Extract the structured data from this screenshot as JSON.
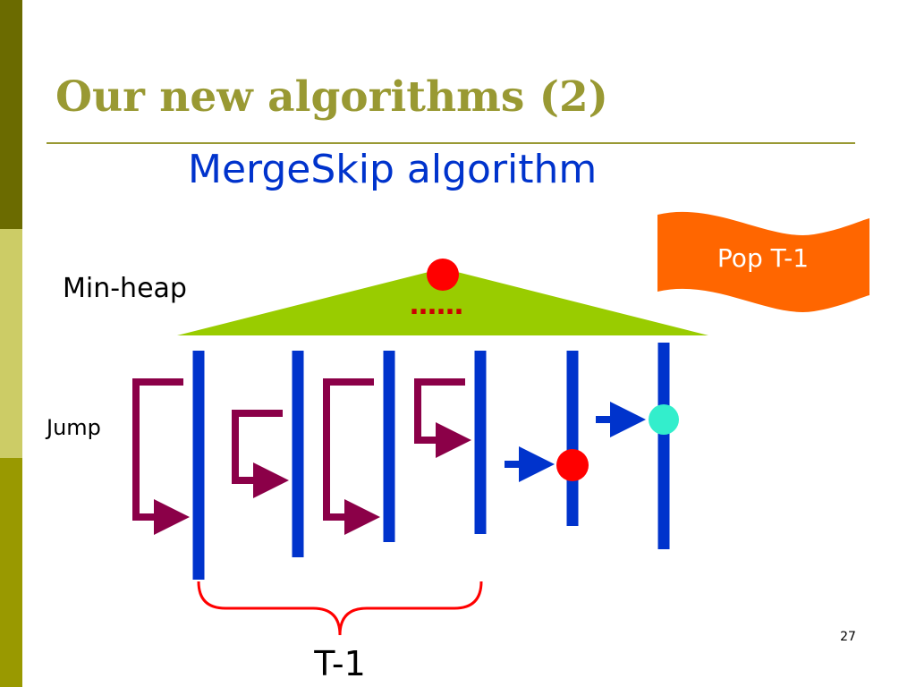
{
  "slide": {
    "title": "Our new algorithms (2)",
    "subtitle": "MergeSkip algorithm",
    "page_number": "27"
  },
  "diagram": {
    "heap_label": "Min-heap",
    "heap_dots": "……",
    "jump_label": "Jump",
    "brace_label": "T-1",
    "flag_label": "Pop T-1"
  },
  "colors": {
    "sidebar_top": "#6b6b00",
    "sidebar_middle": "#cccc66",
    "sidebar_bottom": "#999900",
    "title": "#999933",
    "title_rule": "#999933",
    "subtitle": "#0033cc",
    "heap_triangle": "#99cc00",
    "list_bar": "#0033cc",
    "jump_arrow": "#8b0048",
    "move_arrow": "#0033cc",
    "red_marker": "#ff0000",
    "cyan_marker": "#33eecc",
    "heap_dots": "#cc0000",
    "brace": "#ff0000",
    "flag": "#ff6600",
    "flag_text": "#ffffff"
  }
}
